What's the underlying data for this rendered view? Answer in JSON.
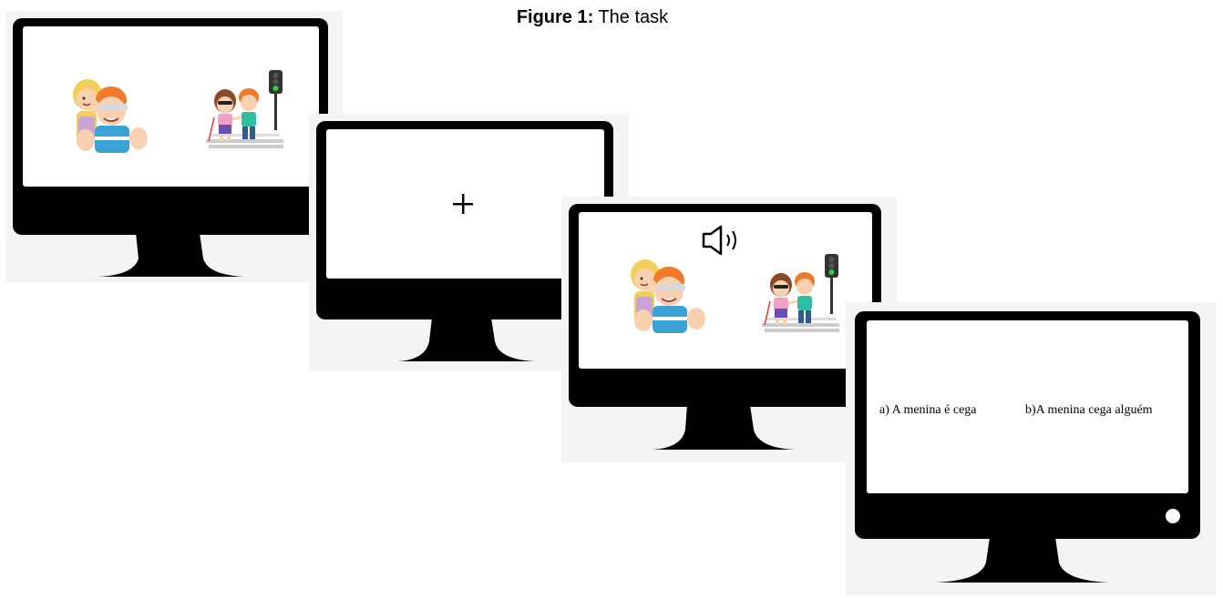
{
  "figure": {
    "caption_label": "Figure 1:",
    "caption_text": "The task"
  },
  "screens": [
    {
      "name": "picture-pair",
      "images": [
        "girl-blindfolding-boy-image",
        "girl-blind-crossing-street-image"
      ]
    },
    {
      "name": "fixation",
      "symbol": "+"
    },
    {
      "name": "picture-pair-with-audio",
      "images": [
        "girl-blindfolding-boy-image",
        "girl-blind-crossing-street-image"
      ],
      "icon": "speaker-icon"
    },
    {
      "name": "sentence-choice",
      "options": {
        "a": "a) A menina é cega",
        "b": "b)A menina cega alguém"
      }
    }
  ]
}
